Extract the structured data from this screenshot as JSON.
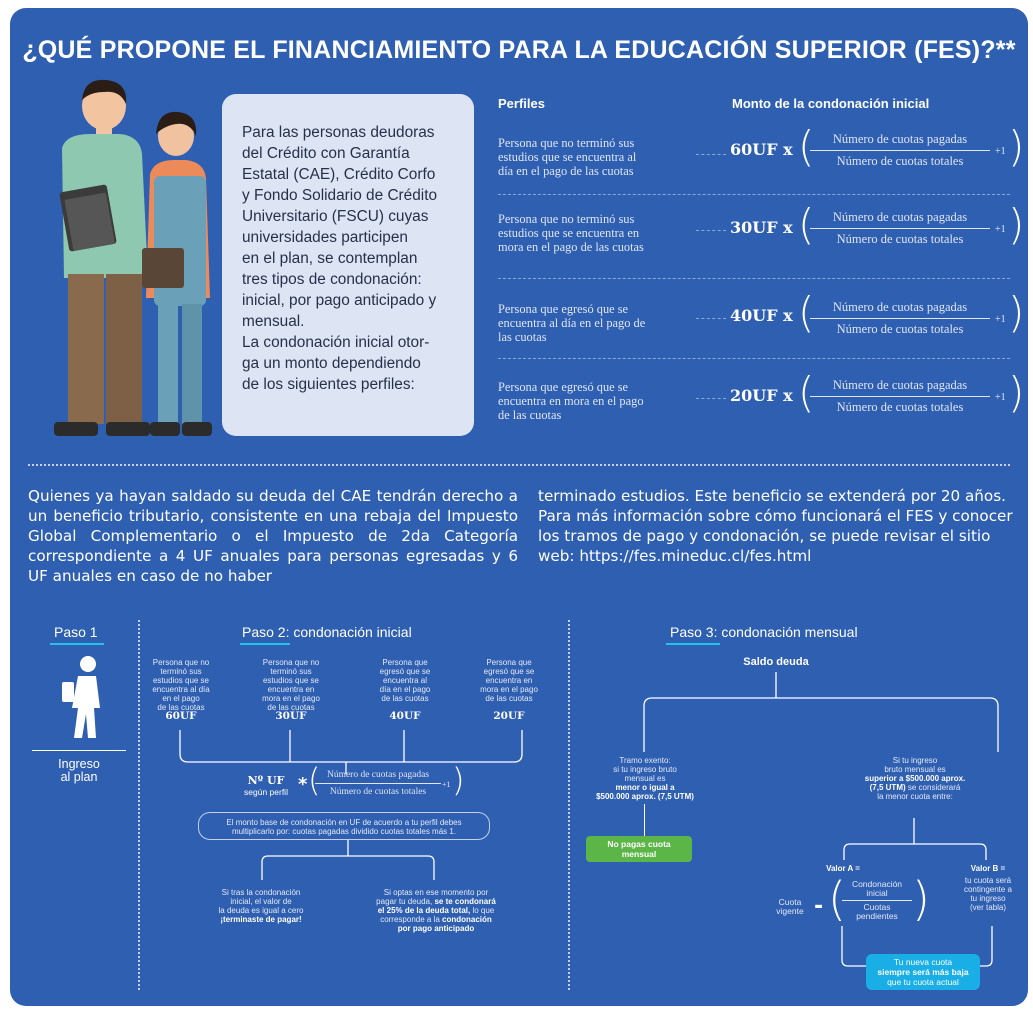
{
  "title": "¿QUÉ PROPONE EL FINANCIAMIENTO PARA LA EDUCACIÓN SUPERIOR (FES)?**",
  "intro": {
    "lines": [
      "Para las personas deudoras",
      "del Crédito con Garantía",
      "Estatal (CAE), Crédito Corfo",
      "y Fondo Solidario de Crédito",
      "Universitario (FSCU) cuyas",
      "universidades participen",
      "en el plan, se contemplan",
      "tres tipos de condonación:",
      "inicial, por pago anticipado y",
      "mensual.",
      "La condonación inicial otor-",
      "ga un monto dependiendo",
      "de los siguientes perfiles:"
    ]
  },
  "table": {
    "col1_header": "Perfiles",
    "col2_header": "Monto de la condonación inicial",
    "numerator": "Número de cuotas pagadas",
    "denominator": "Número de cuotas totales",
    "plus": "+1",
    "times": "x",
    "rows": [
      {
        "profile": [
          "Persona que no terminó sus",
          "estudios que se encuentra al",
          "día en el pago de las cuotas"
        ],
        "amount": "60UF"
      },
      {
        "profile": [
          "Persona que no terminó sus",
          "estudios que se encuentra en",
          "mora en el pago de las cuotas"
        ],
        "amount": "30UF"
      },
      {
        "profile": [
          "Persona que egresó que se",
          "encuentra al día en el pago de",
          "las cuotas"
        ],
        "amount": "40UF"
      },
      {
        "profile": [
          "Persona que egresó que se",
          "encuentra en mora en el pago",
          "de las cuotas"
        ],
        "amount": "20UF"
      }
    ]
  },
  "paragraph_left": "Quienes ya hayan saldado su deuda del CAE tendrán derecho a un beneficio tributario, consistente en una rebaja del Impuesto Global Complementario o el Impuesto de 2da Categoría correspondiente a 4 UF anuales para personas egresadas y 6 UF anuales en caso de no haber",
  "paragraph_right_1": "terminado estudios. Este beneficio se extenderá por 20 años.",
  "paragraph_right_2": "Para más información sobre cómo funcionará el FES y conocer los tramos de pago y condonación, se puede revisar el sitio web: https://fes.mineduc.cl/fes.html",
  "step1": {
    "title": "Paso 1",
    "label": [
      "Ingreso",
      "al plan"
    ]
  },
  "step2": {
    "title_a": "Paso 2",
    "title_b": ": condonación inicial",
    "profiles": [
      {
        "text": [
          "Persona que no",
          "terminó sus",
          "estudios que se",
          "encuentra al día",
          "en el pago",
          "de las cuotas"
        ],
        "amount": "60UF"
      },
      {
        "text": [
          "Persona que no",
          "terminó sus",
          "estudios que se",
          "encuentra en",
          "mora en el pago",
          "de las cuotas"
        ],
        "amount": "30UF"
      },
      {
        "text": [
          "Persona que",
          "egresó que se",
          "encuentra al",
          "día en el pago",
          "de las cuotas"
        ],
        "amount": "40UF"
      },
      {
        "text": [
          "Persona que",
          "egresó que se",
          "encuentra en",
          "mora en el pago",
          "de las cuotas"
        ],
        "amount": "20UF"
      }
    ],
    "nuf": "Nº UF",
    "segun": "según perfil",
    "star": "*",
    "numerator": "Número de cuotas pagadas",
    "denominator": "Número de cuotas totales",
    "plus": "+1",
    "note": [
      "El monto base de condonación en UF de acuerdo a tu perfil debes",
      "multiplicarlo por: cuotas pagadas dividido cuotas totales más 1."
    ],
    "left_a": [
      "Si tras la condonación",
      "inicial, el valor de",
      "la deuda es igual a cero"
    ],
    "left_b": "¡terminaste de pagar!",
    "right_a": [
      "Si optas en ese momento por",
      "pagar tu deuda,"
    ],
    "right_b": "se te condonará",
    "right_c": "el 25% de la deuda total,",
    "right_d": "lo que",
    "right_e": "corresponde a la",
    "right_f": "condonación",
    "right_g": "por pago anticipado"
  },
  "step3": {
    "title_a": "Paso 3",
    "title_b": ": condonación mensual",
    "root": "Saldo deuda",
    "left_lines": [
      "Tramo exento:",
      "si tu ingreso bruto",
      "mensual es"
    ],
    "left_bold": [
      "menor o igual a",
      "$500.000 aprox. (7,5 UTM)"
    ],
    "green": [
      "No pagas cuota",
      "mensual"
    ],
    "right_lines": [
      "Si tu ingreso",
      "bruto mensual es"
    ],
    "right_bold": [
      "superior a $500.000 aprox.",
      "(7,5 UTM)"
    ],
    "right_tail": [
      "se considerará",
      "la menor cuota entre:"
    ],
    "valor_a": "Valor A =",
    "valor_b": "Valor B =",
    "valor_b_text": [
      "tu cuota será",
      "contingente a",
      "tu ingreso",
      "(ver tabla)"
    ],
    "cuota_vigente": [
      "Cuota",
      "vigente"
    ],
    "minus": "-",
    "frac_num": [
      "Condonación",
      "inicial"
    ],
    "frac_den": [
      "Cuotas",
      "pendientes"
    ],
    "cyan": [
      "Tu nueva cuota",
      "siempre será más baja",
      "que tu cuota actual"
    ]
  }
}
